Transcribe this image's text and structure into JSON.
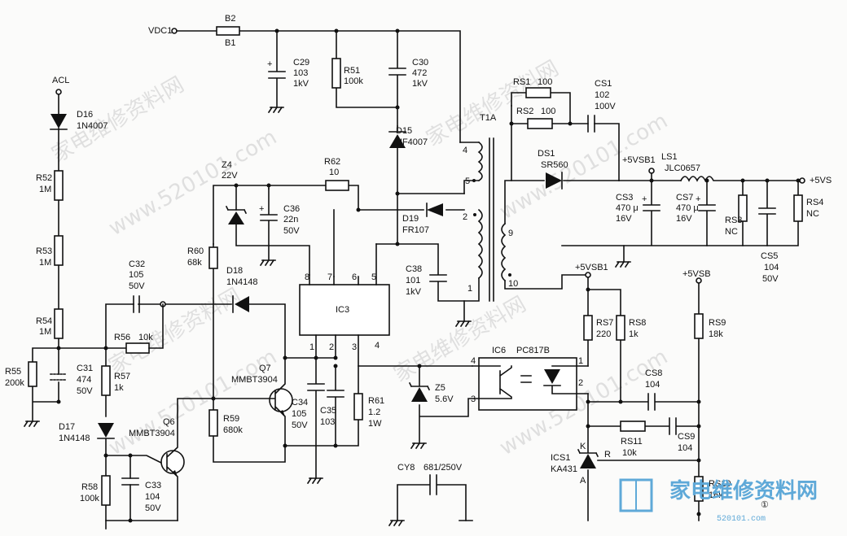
{
  "nets": {
    "vdc1": "VDC1",
    "acl": "ACL",
    "vsb1": "+5VSB1",
    "vs": "+5VS",
    "vsb1_2": "+5VSB1",
    "vsb": "+5VSB"
  },
  "components": {
    "b2": "B2",
    "b1": "B1",
    "c29": [
      "C29",
      "103",
      "1kV"
    ],
    "r51": [
      "R51",
      "100k"
    ],
    "c30": [
      "C30",
      "472",
      "1kV"
    ],
    "d15": [
      "D15",
      "UF4007"
    ],
    "d16": [
      "D16",
      "1N4007"
    ],
    "r52": [
      "R52",
      "1M"
    ],
    "r53": [
      "R53",
      "1M"
    ],
    "r54": [
      "R54",
      "1M"
    ],
    "r55": [
      "R55",
      "200k"
    ],
    "c31": [
      "C31",
      "474",
      "50V"
    ],
    "c32": [
      "C32",
      "105",
      "50V"
    ],
    "r56": [
      "R56",
      "10k"
    ],
    "r57": [
      "R57",
      "1k"
    ],
    "d17": [
      "D17",
      "1N4148"
    ],
    "q6": [
      "Q6",
      "MMBT3904"
    ],
    "r58": [
      "R58",
      "100k"
    ],
    "c33": [
      "C33",
      "104",
      "50V"
    ],
    "z4": [
      "Z4",
      "22V"
    ],
    "c36": [
      "C36",
      "22n",
      "50V"
    ],
    "r62": [
      "R62",
      "10"
    ],
    "r60": [
      "R60",
      "68k"
    ],
    "d18": [
      "D18",
      "1N4148"
    ],
    "ic3": "IC3",
    "ic3_pins": [
      "8",
      "7",
      "6",
      "5",
      "1",
      "2",
      "3",
      "4"
    ],
    "q7": [
      "Q7",
      "MMBT3904"
    ],
    "r59": [
      "R59",
      "680k"
    ],
    "c34": [
      "C34",
      "105",
      "50V"
    ],
    "c35": [
      "C35",
      "103"
    ],
    "r61": [
      "R61",
      "1.2",
      "1W"
    ],
    "d19": [
      "D19",
      "FR107"
    ],
    "c38": [
      "C38",
      "101",
      "1kV"
    ],
    "t1a": "T1A",
    "t1a_pins": [
      "4",
      "5",
      "2",
      "1",
      "9",
      "10"
    ],
    "rs1": [
      "RS1",
      "100"
    ],
    "rs2": [
      "RS2",
      "100"
    ],
    "cs1": [
      "CS1",
      "102",
      "100V"
    ],
    "ds1": [
      "DS1",
      "SR560"
    ],
    "ls1": [
      "LS1",
      "JLC0657"
    ],
    "cs3": [
      "CS3",
      "470 μ",
      "16V"
    ],
    "cs7": [
      "CS7",
      "470 μ",
      "16V"
    ],
    "rs3": [
      "RS3",
      "NC"
    ],
    "cs5": [
      "CS5",
      "104",
      "50V"
    ],
    "rs4": [
      "RS4",
      "NC"
    ],
    "z5": [
      "Z5",
      "5.6V"
    ],
    "ic6": [
      "IC6",
      "PC817B"
    ],
    "ic6_pins": [
      "4",
      "3",
      "1",
      "2"
    ],
    "rs7": [
      "RS7",
      "220"
    ],
    "rs8": [
      "RS8",
      "1k"
    ],
    "rs9": [
      "RS9",
      "18k"
    ],
    "cs8": [
      "CS8",
      "104"
    ],
    "rs11": [
      "RS11",
      "10k"
    ],
    "cs9": [
      "CS9",
      "104"
    ],
    "ics1": [
      "ICS1",
      "KA431"
    ],
    "ics1_pins": [
      "K",
      "R",
      "A"
    ],
    "rs10": [
      "RS10",
      "16k"
    ],
    "cy8": [
      "CY8",
      "681/250V"
    ]
  },
  "figure_number": "①",
  "watermarks": [
    "家电维修资料网",
    "www.520101.com"
  ],
  "logo": {
    "text": "家电维修资料网",
    "url": "520101.com",
    "color": "#5fa9d8"
  }
}
